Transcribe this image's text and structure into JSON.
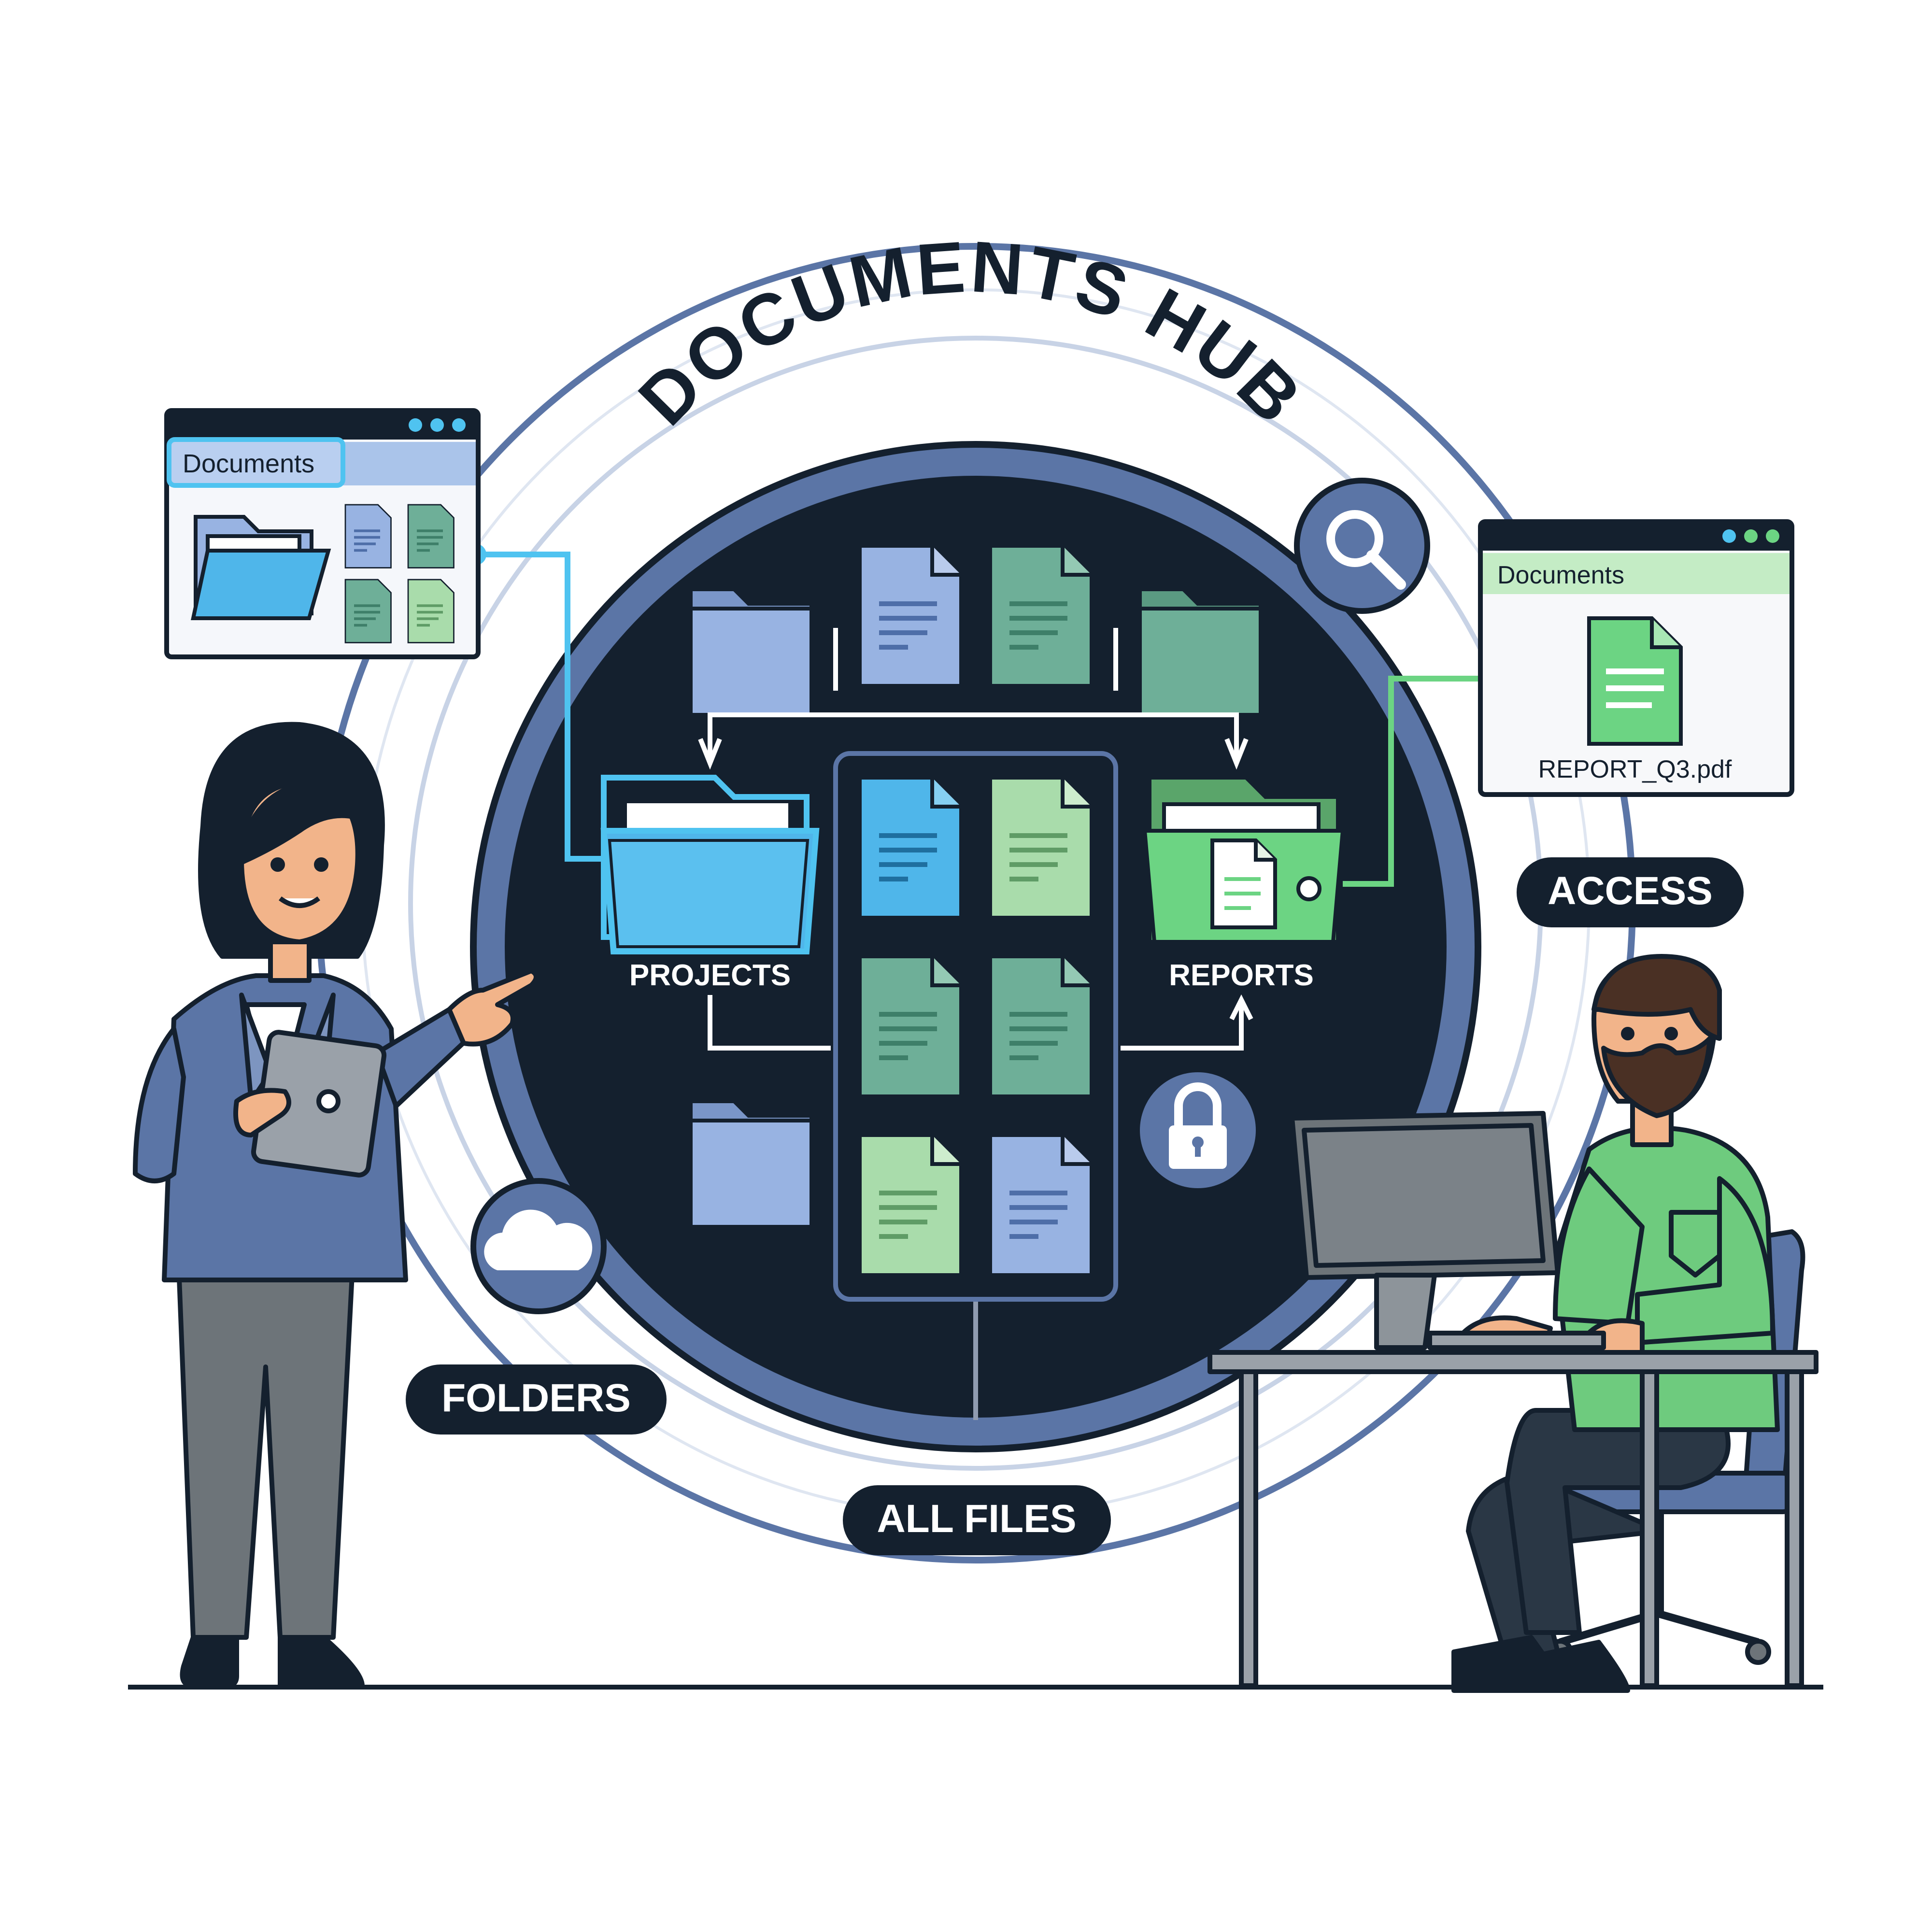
{
  "hub": {
    "title": "DOCUMENTS HUB"
  },
  "folders": {
    "projects": {
      "label": "PROJECTS"
    },
    "reports": {
      "label": "REPORTS"
    }
  },
  "pills": {
    "access": "ACCESS",
    "folders": "FOLDERS",
    "all_files": "ALL FILES"
  },
  "left_window": {
    "tab_label": "Documents"
  },
  "right_window": {
    "tab_label": "Documents",
    "file_name": "REPORT_Q3.pdf"
  },
  "icons": [
    "search-icon",
    "lock-icon",
    "cloud-icon",
    "folder-icon",
    "document-icon"
  ],
  "colors": {
    "navy": "#14202e",
    "ring": "#5b75a6",
    "blue_accent": "#4fc3f0",
    "green_accent": "#6cd483",
    "blue_doc": "#98b3e2",
    "teal_doc": "#6eaf98",
    "mint_doc": "#a9dcab"
  }
}
